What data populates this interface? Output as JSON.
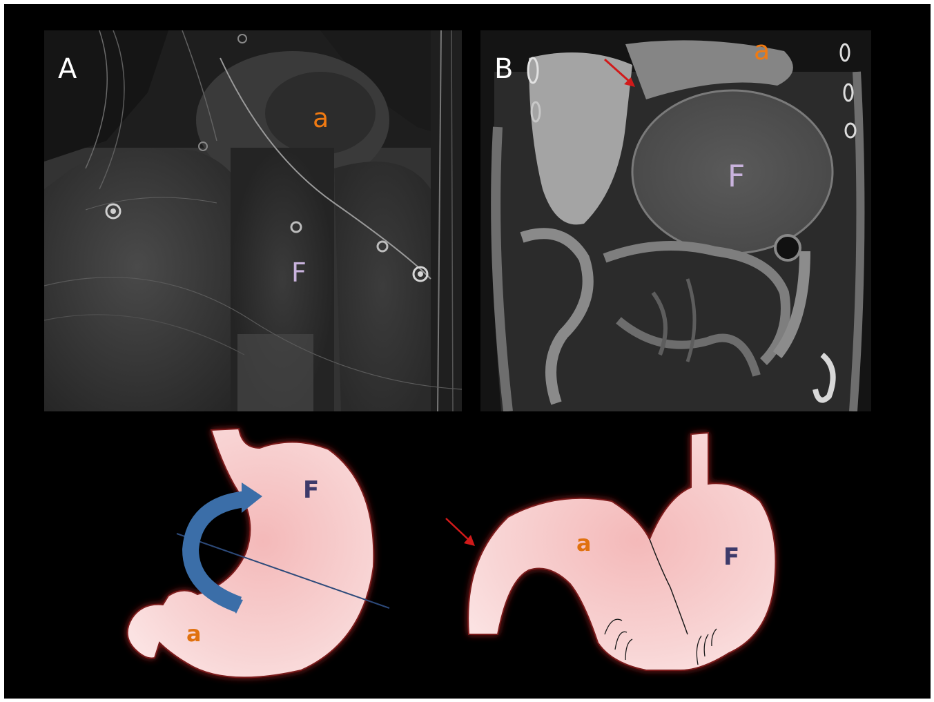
{
  "figure": {
    "panel_a": {
      "letter": "A",
      "label_antrum": "a",
      "label_fundus": "F"
    },
    "panel_b": {
      "letter": "B",
      "label_antrum": "a",
      "label_fundus": "F"
    },
    "diagram_left": {
      "label_fundus": "F",
      "label_antrum": "a"
    },
    "diagram_right": {
      "label_antrum": "a",
      "label_fundus": "F"
    }
  },
  "colors": {
    "background": "#000000",
    "stomach_fill": "#f6c9c9",
    "stomach_glow": "#7a1a1a",
    "rotation_arrow": "#3b6ea8",
    "axis_line": "#2d4a7a",
    "pointer_arrow": "#d11a1a",
    "antrum_label": "#f07a12",
    "fundus_label_ct": "#c9b3dd",
    "fundus_label_diagram": "#3d3a6a"
  }
}
